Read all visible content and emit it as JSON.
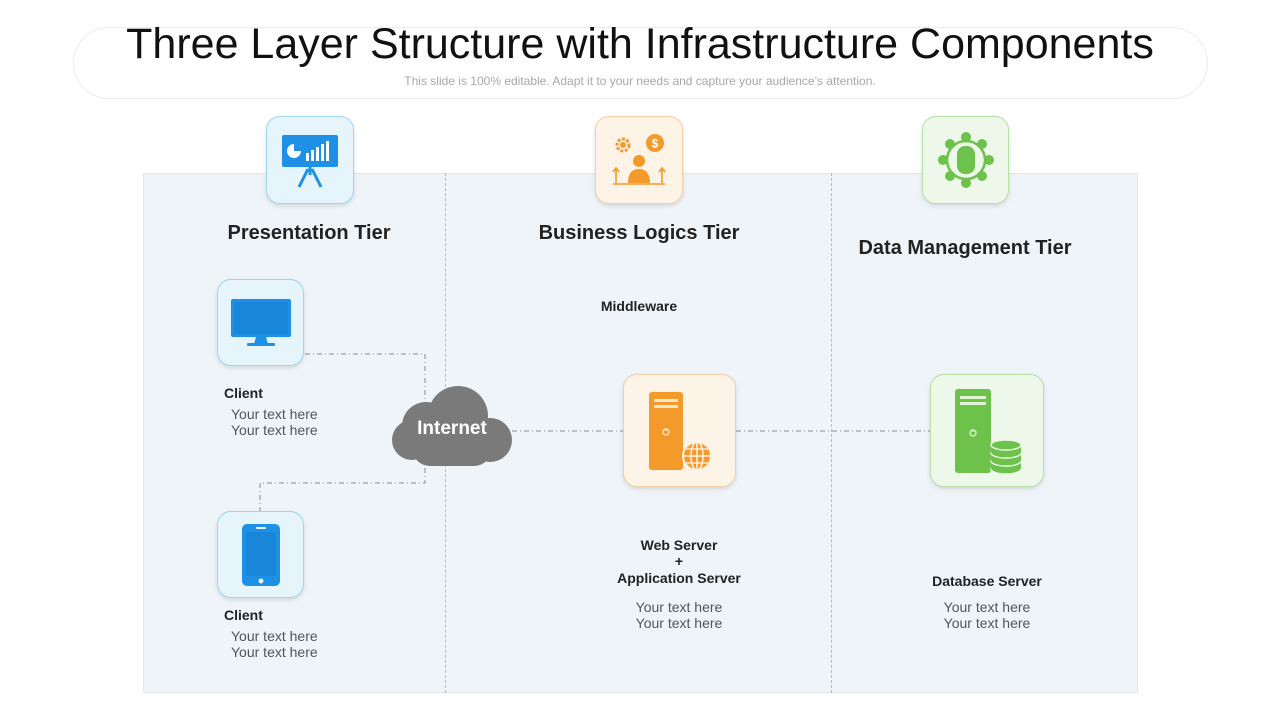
{
  "header": {
    "title": "Three Layer Structure with Infrastructure Components",
    "subtitle": "This slide is 100% editable. Adapt it to your needs and capture your audience’s attention."
  },
  "colors": {
    "blue": "#1e90e6",
    "orange": "#f39a2b",
    "green": "#6cc24a",
    "cloud": "#7a7a7a",
    "panel": "#eef4f8"
  },
  "tiers": {
    "presentation": {
      "title": "Presentation Tier",
      "icon": "presentation-board-icon"
    },
    "business": {
      "title": "Business Logics Tier",
      "icon": "business-person-icon",
      "middleware": "Middleware"
    },
    "data": {
      "title": "Data Management Tier",
      "icon": "network-hub-icon"
    }
  },
  "nodes": {
    "client_desktop": {
      "label": "Client",
      "line1": "Your text here",
      "line2": "Your text here",
      "icon": "monitor-icon"
    },
    "client_mobile": {
      "label": "Client",
      "line1": "Your text here",
      "line2": "Your text here",
      "icon": "smartphone-icon"
    },
    "internet": {
      "label": "Internet",
      "icon": "cloud-icon"
    },
    "web_server": {
      "label1": "Web Server",
      "label2": "+",
      "label3": "Application Server",
      "line1": "Your text here",
      "line2": "Your text here",
      "icon": "web-server-icon"
    },
    "db_server": {
      "label": "Database Server",
      "line1": "Your text here",
      "line2": "Your text here",
      "icon": "database-server-icon"
    }
  }
}
